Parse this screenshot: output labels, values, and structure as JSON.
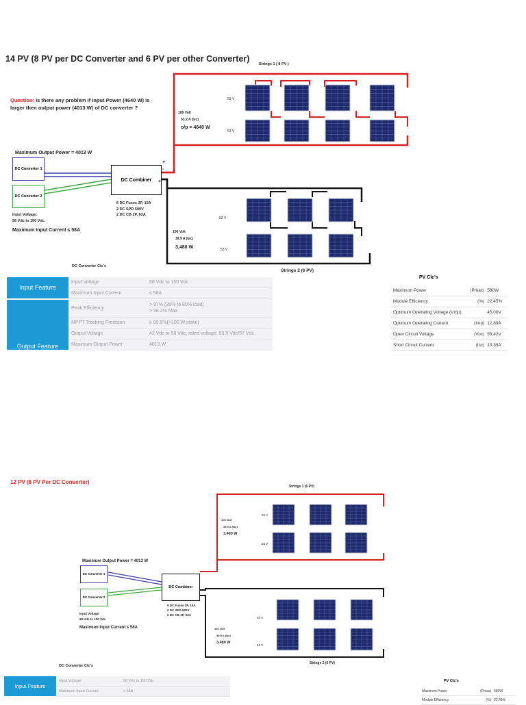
{
  "diagram1": {
    "title": "14 PV (8 PV per DC Converter and 6 PV per other Converter)",
    "question_label": "Question:",
    "question_text_1": " is there any problem if input Power (4640 W)  is",
    "question_text_2": "larger then output power (4013 W) of DC converter ?",
    "strings1_label": "Strings 1 (    8 PV )",
    "strings2_label": "Strings 2  (6 PV)",
    "max_output": "Maximum Output Power = 4013 W",
    "converter1": "DC Converter 1",
    "converter2": "DC Converter 2",
    "combiner": "DC Combiner",
    "fuses": [
      "6 DC Fuses 2P, 15A",
      "2 DC SPD 500V",
      "2 DC CB 2P, 63A"
    ],
    "input_voltage_label": "Input Voltage:",
    "input_voltage_value": "58 Vdc  to 150 Vdc",
    "max_input_current": "Maximum Input Current     ≤ 58A",
    "s1_volt": "106 Volt",
    "s1_current": "53.2 A  (Isc)",
    "s1_power": "o/p = 4640  W",
    "s2_volt": "106 Volt",
    "s2_current": "39.9 A (Isc)",
    "s2_power": "3,480 W",
    "v53": "53 V",
    "plus": "+",
    "minus": "-",
    "converter_table_title": "DC Converter Clc's",
    "converter_table": {
      "input_feature": "Input Feature",
      "output_feature": "Output Feature",
      "rows": [
        {
          "param": "Input Voltage",
          "value": "58 Vdc to 150 Vdc"
        },
        {
          "param": "Maximum Input Current",
          "value": "≤ 58A"
        },
        {
          "param": "Peak Efficiency",
          "value": "> 97% (30% to 80% load)",
          "value2": "> 98.2% Max"
        },
        {
          "param": "MPPT Tracking Precision",
          "value": "≥ 99.8%(>100 W,static)"
        },
        {
          "param": "Output Voltage",
          "value": "42 Vdc to 58 Vdc, rated voltage: 53.5 Vdc/57 Vdc"
        },
        {
          "param": "Maximum Output Power",
          "value": "4013 W"
        }
      ]
    },
    "pv_table_title": "PV Clc's",
    "pv_table": [
      {
        "param": "Maximum Power",
        "sym": "(Pmax)",
        "value": "580W"
      },
      {
        "param": "Module Efficiency",
        "sym": "(%)",
        "value": "22,45%"
      },
      {
        "param": "Optimum Operating Voltage (Vmp)",
        "sym": "",
        "value": "45,00V"
      },
      {
        "param": "Optimum Operating Current",
        "sym": "(Imp)",
        "value": "12,89A"
      },
      {
        "param": "Open Circuit Voltage",
        "sym": "(Voc)",
        "value": "53,42V"
      },
      {
        "param": "Short Circuit Current",
        "sym": "(Isc)",
        "value": "13,35A"
      }
    ]
  },
  "diagram2": {
    "title": "12 PV (6 PV Per DC Converter)",
    "strings1_label": "Strings 1  (6 PV)",
    "strings2_label": "Strings 2  (6 PV)",
    "max_output": "Maximum Output Power = 4013 W",
    "converter1": "DC Converter 1",
    "converter2": "DC Converter 2",
    "combiner": "DC Combiner",
    "fuses": [
      "6 DC Fuses 2P, 15A",
      "2 DC SPD 500V",
      "2 DC CB 2P, 63A"
    ],
    "input_voltage_label": "Input Voltage:",
    "input_voltage_value": "58 Vdc  to 150 Vdc",
    "max_input_current": "Maximum Input Current     ≤ 58A",
    "s1_volt": "106 Volt",
    "s1_current": "39.9 A (Isc)",
    "s1_power": "3,480 W",
    "s2_volt": "106 Volt",
    "s2_current": "39.9 A (Isc)",
    "s2_power": "3,480 W",
    "v53": "53 V",
    "converter_table_title": "DC Converter Clc's",
    "input_feature": "Input Feature",
    "row1_param": "Input Voltage",
    "row1_value": "58 Vdc to 150 Vdc",
    "row2_param": "Maximum Input Current",
    "row2_value": "≤ 58A",
    "pv_table_title": "PV Clc's",
    "pv_row1_param": "Maximum Power",
    "pv_row1_sym": "(Pmax)",
    "pv_row1_value": "580W",
    "pv_row2_param": "Module Efficiency",
    "pv_row2_sym": "(%)",
    "pv_row2_value": "22,45%"
  },
  "colors": {
    "wire_positive": "#d42020",
    "wire_negative": "#111111",
    "converter1_border": "#3a3aa8",
    "converter2_border": "#3aa83a",
    "feature_bg": "#1b9ad6",
    "panel": "#1d2b6e"
  }
}
